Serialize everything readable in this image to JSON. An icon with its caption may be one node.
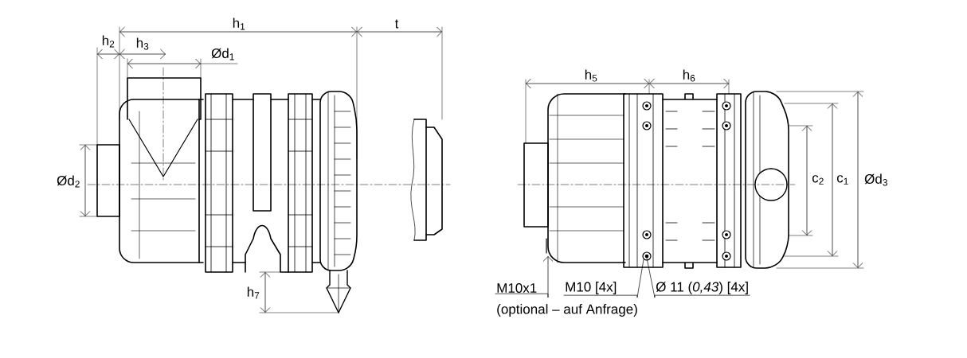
{
  "diagram": {
    "nodes": [
      {
        "text": [
          "M10x1"
        ],
        "beside": [
          "(optional – auf Anfrage)"
        ]
      },
      {
        "text": [
          "M10 [4x]"
        ]
      },
      {
        "text": [
          "Ø 11 (*0,43*) [4x]"
        ]
      },
      {
        "text": [],
        "shape": "circle"
      },
      {
        "text": [],
        "shape": "circle",
        "in": 3
      }
    ],
    "edges": [
      {
        "from": 0,
        "to": null,
        "arrow": "to"
      },
      {
        "from": 1,
        "to": 3,
        "arrow": "none"
      },
      {
        "from": 2,
        "to": 4,
        "arrow": "none"
      }
    ],
    "labels": [
      "h$_{1}$",
      "t",
      "h$_{2}$",
      "h$_{3}$",
      "Ød$_{1}$",
      "h$_{5}$",
      "h$_{6}$",
      "Ød$_{2}$",
      "c$_{2}$",
      "c$_{1}$",
      "Ød$_{3}$",
      "h$_{7}$"
    ]
  }
}
